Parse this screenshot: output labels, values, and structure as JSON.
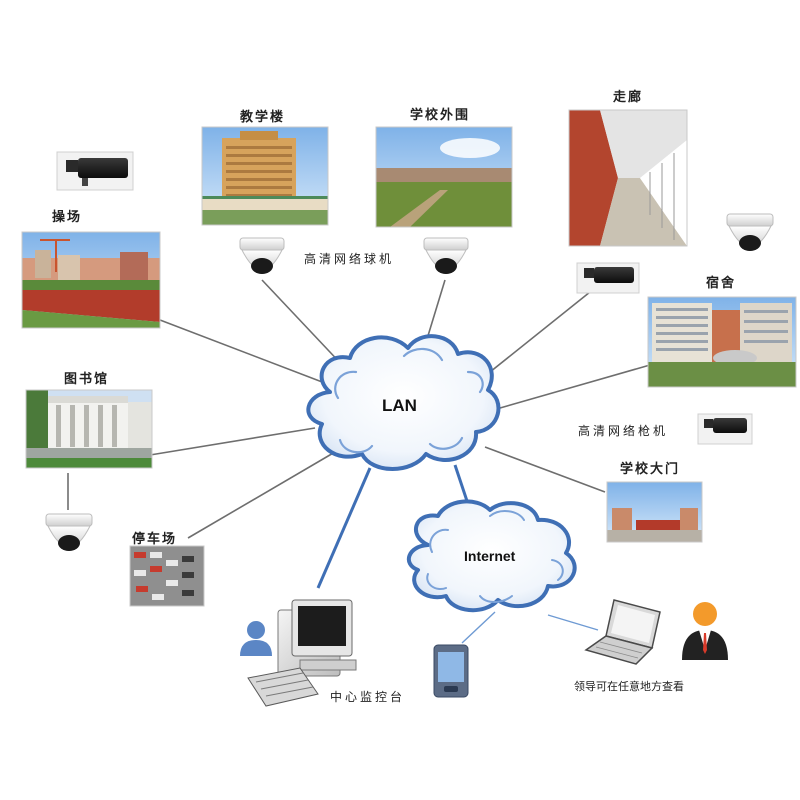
{
  "network": {
    "lan_label": "LAN",
    "internet_label": "Internet"
  },
  "locations": {
    "playground": "操场",
    "teaching_building": "教学楼",
    "school_exterior": "学校外围",
    "corridor": "走廊",
    "dormitory": "宿舍",
    "library": "图书馆",
    "school_gate": "学校大门",
    "parking_lot": "停车场"
  },
  "devices": {
    "dome_camera_label": "高清网络球机",
    "bullet_camera_label": "高清网络枪机",
    "control_center_label": "中心监控台",
    "remote_view_label": "领导可在任意地方查看"
  },
  "colors": {
    "cloud_outline": "#3f6fb5",
    "cloud_fill": "#eef4fb",
    "link_gray": "#6e6e6e",
    "link_blue": "#3f6fb5",
    "person_blue": "#5b86c5",
    "person_orange": "#f39a2b"
  }
}
